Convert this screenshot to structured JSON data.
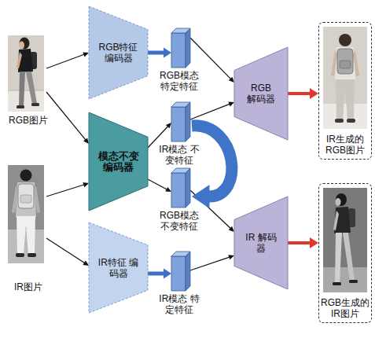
{
  "diagram": {
    "nodes": [
      {
        "text": [
          "RGB图片"
        ]
      },
      {
        "text": [
          "RGB特征 编码器"
        ]
      },
      {
        "text": [
          "RGB模态 特定特征"
        ]
      },
      {
        "text": [
          "RGB 解码器"
        ]
      },
      {
        "text": [
          "IR生成的 RGB图片"
        ]
      },
      {
        "text": [
          "模态不变 编码器"
        ]
      },
      {
        "text": [
          "IR模态 不变特征"
        ]
      },
      {
        "text": [
          "RGB模态 不变特征"
        ]
      },
      {
        "text": [
          "IR图片"
        ]
      },
      {
        "text": [
          "IR特征 编码器"
        ]
      },
      {
        "text": [
          "IR 解码器"
        ]
      },
      {
        "text": [
          "IR模态 特定特征"
        ]
      },
      {
        "text": [
          "RGB生成的 IR图片"
        ]
      }
    ],
    "edges": [
      {
        "from": 0,
        "to": 1,
        "arrow": "to"
      },
      {
        "from": 0,
        "to": 5,
        "arrow": "to"
      },
      {
        "from": 8,
        "to": 5,
        "arrow": "to"
      },
      {
        "from": 8,
        "to": 9,
        "arrow": "to"
      },
      {
        "from": 1,
        "to": 2,
        "arrow": "to"
      },
      {
        "from": 9,
        "to": 11,
        "arrow": "to"
      },
      {
        "from": 5,
        "to": 6,
        "arrow": "to"
      },
      {
        "from": 5,
        "to": 7,
        "arrow": "to"
      },
      {
        "from": 2,
        "to": 3,
        "arrow": "to"
      },
      {
        "from": 6,
        "to": 3,
        "arrow": "to"
      },
      {
        "from": 7,
        "to": 10,
        "arrow": "to"
      },
      {
        "from": 11,
        "to": 10,
        "arrow": "to"
      },
      {
        "from": 3,
        "to": 4,
        "arrow": "to"
      },
      {
        "from": 10,
        "to": 12,
        "arrow": "to"
      },
      {
        "from": 6,
        "to": 7,
        "arrow": "to"
      }
    ]
  }
}
